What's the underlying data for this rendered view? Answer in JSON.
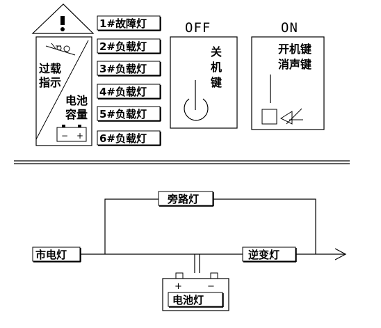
{
  "panel": {
    "overload_label_line1": "过载",
    "overload_label_line2": "指示",
    "battery_label_line1": "电池",
    "battery_label_line2": "容量",
    "battery_terminal_minus": "−",
    "battery_terminal_plus": "+",
    "warning_icon": "exclamation-triangle-icon",
    "indicator_lamps": [
      {
        "label": "1#故障灯"
      },
      {
        "label": "2#负载灯"
      },
      {
        "label": "3#负载灯"
      },
      {
        "label": "4#负载灯"
      },
      {
        "label": "5#负载灯"
      },
      {
        "label": "6#负载灯"
      }
    ],
    "off_switch": {
      "state_label": "OFF",
      "name_chars": [
        "关",
        "机",
        "键"
      ]
    },
    "on_switch": {
      "state_label": "ON",
      "name_line1": "开机键",
      "name_line2": "消声键"
    }
  },
  "flow": {
    "bypass_lamp": "旁路灯",
    "mains_lamp": "市电灯",
    "inverter_lamp": "逆变灯",
    "battery_lamp": "电池灯",
    "battery_plus": "+",
    "battery_minus": "−"
  }
}
